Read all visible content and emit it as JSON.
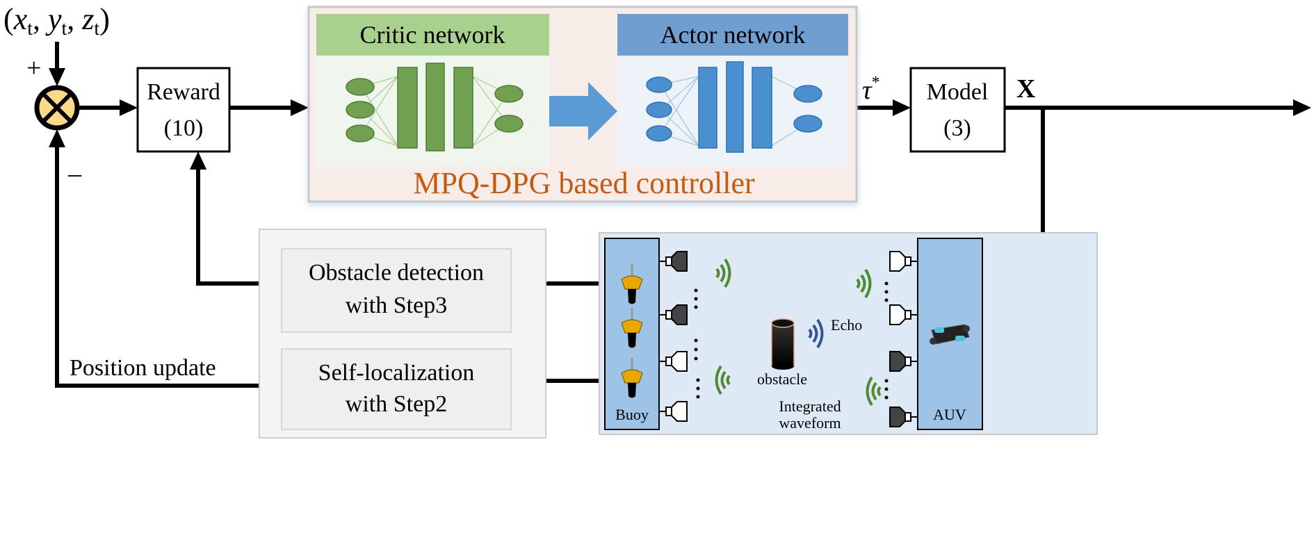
{
  "target": {
    "label_parts": [
      "(",
      "x",
      "t",
      ", ",
      "y",
      "t",
      ", ",
      "z",
      "t",
      ")"
    ]
  },
  "summing_junction": {
    "plus": "+",
    "minus": "–"
  },
  "reward_block": {
    "line1": "Reward",
    "line2": "(10)"
  },
  "controller": {
    "title": "MPQ-DPG based controller",
    "critic": {
      "title": "Critic network"
    },
    "actor": {
      "title": "Actor network"
    }
  },
  "signals": {
    "tau": "τ",
    "tau_sup": "*",
    "state": "X",
    "position_update": "Position update"
  },
  "model_block": {
    "line1": "Model",
    "line2": "(3)"
  },
  "processing": {
    "obstacle": {
      "line1": "Obstacle detection",
      "line2": "with Step3"
    },
    "self_loc": {
      "line1": "Self-localization",
      "line2": "with Step2"
    }
  },
  "sensing": {
    "buoy_label": "Buoy",
    "auv_label": "AUV",
    "obstacle_label": "obstacle",
    "echo_label": "Echo",
    "waveform_line1": "Integrated",
    "waveform_line2": "waveform"
  },
  "colors": {
    "critic": "#a9d18e",
    "critic_nodes": "#70a050",
    "actor": "#6f9fd0",
    "actor_nodes": "#4a8fd0",
    "controller_text": "#c55a11",
    "junction": "#fbd88a",
    "sensing_bg": "#dde9f5",
    "column": "#9dc3e6",
    "wave_green": "#4e8a2e",
    "wave_blue": "#2f5597"
  }
}
